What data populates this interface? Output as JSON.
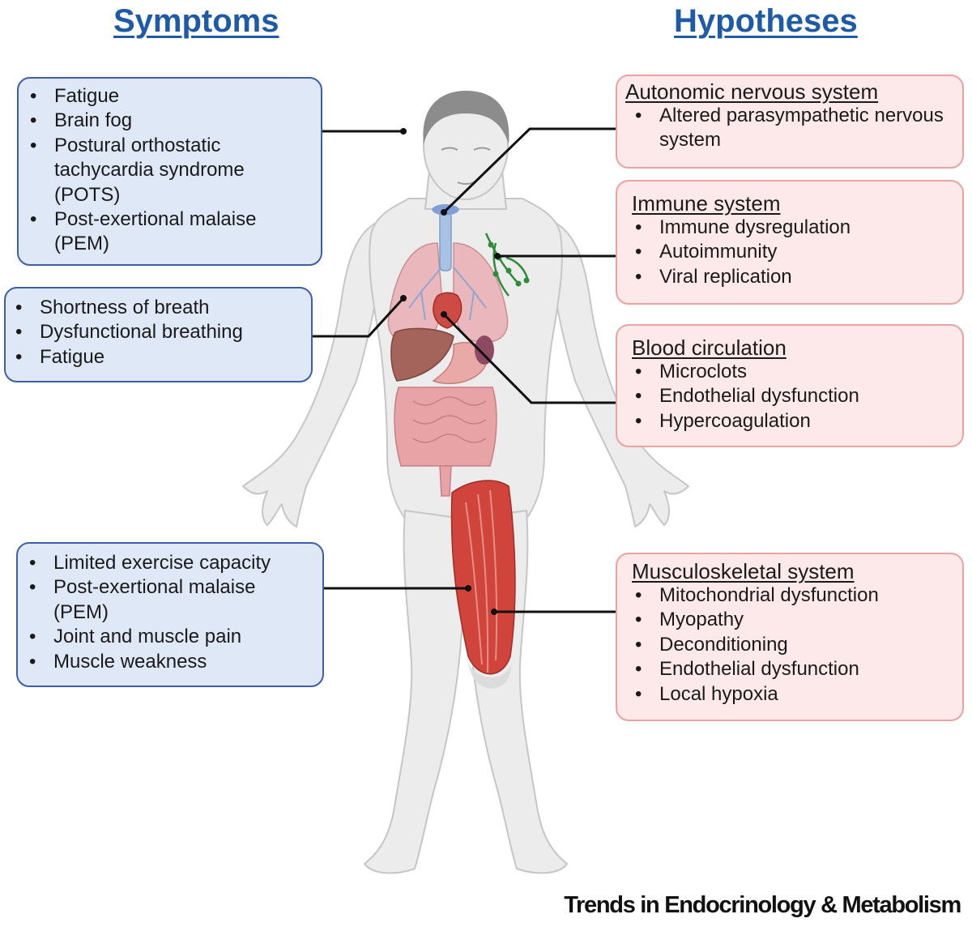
{
  "headings": {
    "symptoms": "Symptoms",
    "hypotheses": "Hypotheses"
  },
  "symptoms": [
    {
      "items": [
        "Fatigue",
        "Brain fog",
        "Postural orthostatic tachycardia syndrome (POTS)",
        "Post-exertional malaise (PEM)"
      ]
    },
    {
      "items": [
        "Shortness of breath",
        "Dysfunctional breathing",
        "Fatigue"
      ]
    },
    {
      "items": [
        "Limited exercise capacity",
        "Post-exertional malaise (PEM)",
        "Joint and muscle pain",
        "Muscle weakness"
      ]
    }
  ],
  "hypotheses": [
    {
      "title": "Autonomic nervous system",
      "items": [
        "Altered parasympathetic nervous system"
      ]
    },
    {
      "title": "Immune system",
      "items": [
        "Immune dysregulation",
        "Autoimmunity",
        "Viral replication"
      ]
    },
    {
      "title": "Blood circulation",
      "items": [
        "Microclots",
        "Endothelial dysfunction",
        "Hypercoagulation"
      ]
    },
    {
      "title": "Musculoskeletal system",
      "items": [
        "Mitochondrial dysfunction",
        "Myopathy",
        "Deconditioning",
        "Endothelial dysfunction",
        "Local hypoxia"
      ]
    }
  ],
  "footer": "Trends in Endocrinology & Metabolism",
  "colors": {
    "symptom_fill": "#dfe8f7",
    "symptom_border": "#3e5fa6",
    "hypothesis_fill": "#fde9e9",
    "hypothesis_border": "#e9a3a3",
    "heading": "#1f5aa6",
    "body": "#ececec",
    "organ": "#e8a3a8",
    "muscle": "#d0443c",
    "lymph": "#2f8a3a"
  }
}
